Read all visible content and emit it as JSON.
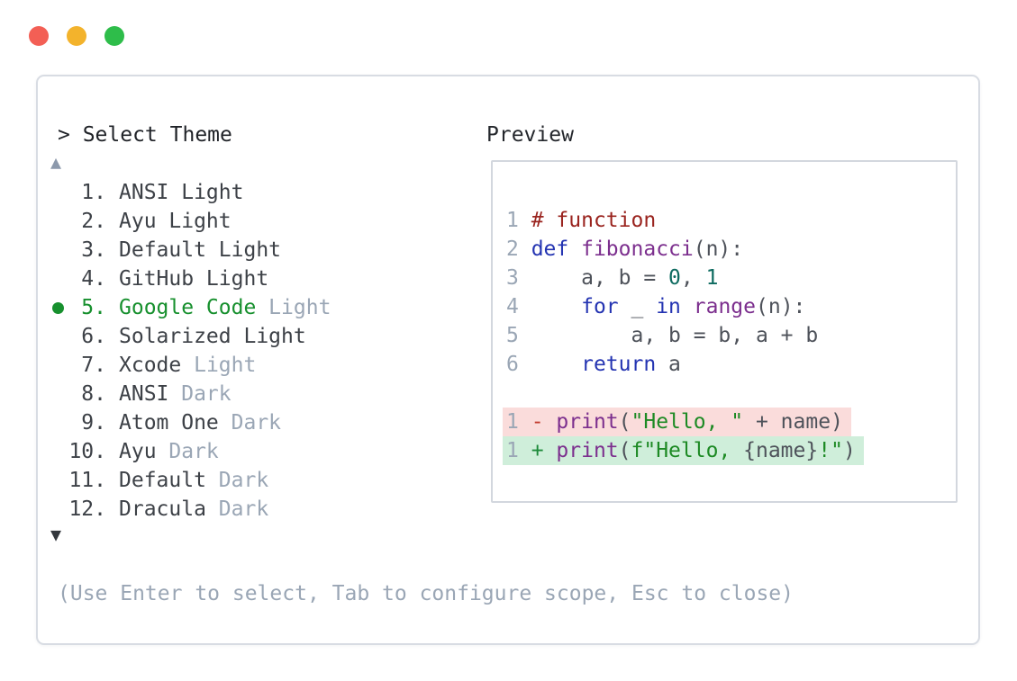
{
  "window": {
    "controls": [
      {
        "name": "close-button",
        "color": "#f35f55"
      },
      {
        "name": "minimize-button",
        "color": "#f3b32c"
      },
      {
        "name": "zoom-button",
        "color": "#2ebd4a"
      }
    ]
  },
  "selector": {
    "prompt": "> Select Theme",
    "scroll_up_indicator": "▲",
    "scroll_down_indicator": "▼",
    "items": [
      {
        "number": "1.",
        "name": "ANSI Light",
        "muted_suffix": "",
        "selected": false
      },
      {
        "number": "2.",
        "name": "Ayu Light",
        "muted_suffix": "",
        "selected": false
      },
      {
        "number": "3.",
        "name": "Default Light",
        "muted_suffix": "",
        "selected": false
      },
      {
        "number": "4.",
        "name": "GitHub Light",
        "muted_suffix": "",
        "selected": false
      },
      {
        "number": "5.",
        "name": "Google Code",
        "muted_suffix": "Light",
        "selected": true
      },
      {
        "number": "6.",
        "name": "Solarized Light",
        "muted_suffix": "",
        "selected": false
      },
      {
        "number": "7.",
        "name": "Xcode",
        "muted_suffix": "Light",
        "selected": false
      },
      {
        "number": "8.",
        "name": "ANSI",
        "muted_suffix": "Dark",
        "selected": false
      },
      {
        "number": "9.",
        "name": "Atom One",
        "muted_suffix": "Dark",
        "selected": false
      },
      {
        "number": "10.",
        "name": "Ayu",
        "muted_suffix": "Dark",
        "selected": false
      },
      {
        "number": "11.",
        "name": "Default",
        "muted_suffix": "Dark",
        "selected": false
      },
      {
        "number": "12.",
        "name": "Dracula",
        "muted_suffix": "Dark",
        "selected": false
      }
    ],
    "help_text": "(Use Enter to select, Tab to configure scope, Esc to close)"
  },
  "preview": {
    "title": "Preview",
    "code_lines": [
      {
        "num": "1",
        "bg": "",
        "tokens": [
          {
            "t": "# function",
            "c": "com"
          }
        ]
      },
      {
        "num": "2",
        "bg": "",
        "tokens": [
          {
            "t": "def",
            "c": "kw"
          },
          {
            "t": " ",
            "c": "pl"
          },
          {
            "t": "fibonacci",
            "c": "fn"
          },
          {
            "t": "(n):",
            "c": "pl"
          }
        ]
      },
      {
        "num": "3",
        "bg": "",
        "tokens": [
          {
            "t": "    a, b = ",
            "c": "pl"
          },
          {
            "t": "0",
            "c": "lit"
          },
          {
            "t": ", ",
            "c": "pl"
          },
          {
            "t": "1",
            "c": "lit"
          }
        ]
      },
      {
        "num": "4",
        "bg": "",
        "tokens": [
          {
            "t": "    ",
            "c": "pl"
          },
          {
            "t": "for",
            "c": "kw"
          },
          {
            "t": " _ ",
            "c": "pl"
          },
          {
            "t": "in",
            "c": "kw"
          },
          {
            "t": " ",
            "c": "pl"
          },
          {
            "t": "range",
            "c": "fn"
          },
          {
            "t": "(n):",
            "c": "pl"
          }
        ]
      },
      {
        "num": "5",
        "bg": "",
        "tokens": [
          {
            "t": "        a, b = b, a + b",
            "c": "pl"
          }
        ]
      },
      {
        "num": "6",
        "bg": "",
        "tokens": [
          {
            "t": "    ",
            "c": "pl"
          },
          {
            "t": "return",
            "c": "kw"
          },
          {
            "t": " a",
            "c": "pl"
          }
        ]
      },
      {
        "num": "",
        "bg": "",
        "tokens": []
      },
      {
        "num": "1",
        "bg": "removed",
        "tokens": [
          {
            "t": "- ",
            "c": "minus"
          },
          {
            "t": "print",
            "c": "fn"
          },
          {
            "t": "(",
            "c": "pl"
          },
          {
            "t": "\"Hello, \"",
            "c": "str"
          },
          {
            "t": " + name)",
            "c": "pl"
          }
        ]
      },
      {
        "num": "1",
        "bg": "added",
        "tokens": [
          {
            "t": "+ ",
            "c": "plus"
          },
          {
            "t": "print",
            "c": "fn"
          },
          {
            "t": "(",
            "c": "pl"
          },
          {
            "t": "f\"Hello, ",
            "c": "str"
          },
          {
            "t": "{name}",
            "c": "pl"
          },
          {
            "t": "!\"",
            "c": "str"
          },
          {
            "t": ")",
            "c": "pl"
          }
        ]
      }
    ]
  },
  "colors": {
    "panel_border": "#d8dce3",
    "preview_border": "#d3d7de",
    "text_dark": "#3d4147",
    "text_muted": "#9aa6b5",
    "selected_green": "#17902e",
    "selected_dot": "#17902e",
    "scroll_up": "#8c99ac",
    "scroll_down": "#33373d",
    "removed_bg": "#fadcdb",
    "added_bg": "#cfeeda",
    "palette": {
      "pl": "#4e525a",
      "ln": "#9aa6b5",
      "com": "#9a241f",
      "kw": "#2434b2",
      "fn": "#7c2f8e",
      "lit": "#0e6b60",
      "str": "#1d8a24",
      "minus": "#c23b2e",
      "plus": "#1d8a3a"
    }
  }
}
